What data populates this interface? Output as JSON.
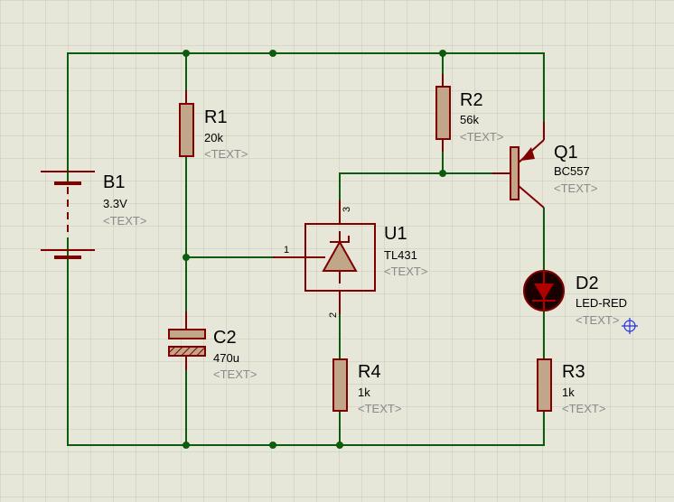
{
  "components": {
    "B1": {
      "ref": "B1",
      "value": "3.3V",
      "text": "<TEXT>"
    },
    "R1": {
      "ref": "R1",
      "value": "20k",
      "text": "<TEXT>"
    },
    "C2": {
      "ref": "C2",
      "value": "470u",
      "text": "<TEXT>"
    },
    "R2": {
      "ref": "R2",
      "value": "56k",
      "text": "<TEXT>"
    },
    "Q1": {
      "ref": "Q1",
      "value": "BC557",
      "text": "<TEXT>"
    },
    "U1": {
      "ref": "U1",
      "value": "TL431",
      "text": "<TEXT>",
      "pin1": "1",
      "pin2": "2",
      "pin3": "3"
    },
    "D2": {
      "ref": "D2",
      "value": "LED-RED",
      "text": "<TEXT>"
    },
    "R4": {
      "ref": "R4",
      "value": "1k",
      "text": "<TEXT>"
    },
    "R3": {
      "ref": "R3",
      "value": "1k",
      "text": "<TEXT>"
    }
  },
  "colors": {
    "background": "#e6e6d9",
    "grid": "#c9c9bb",
    "wire": "#0d5c0d",
    "component_outline": "#800000",
    "component_fill": "#c2a68a",
    "led_body": "#1a0000"
  }
}
